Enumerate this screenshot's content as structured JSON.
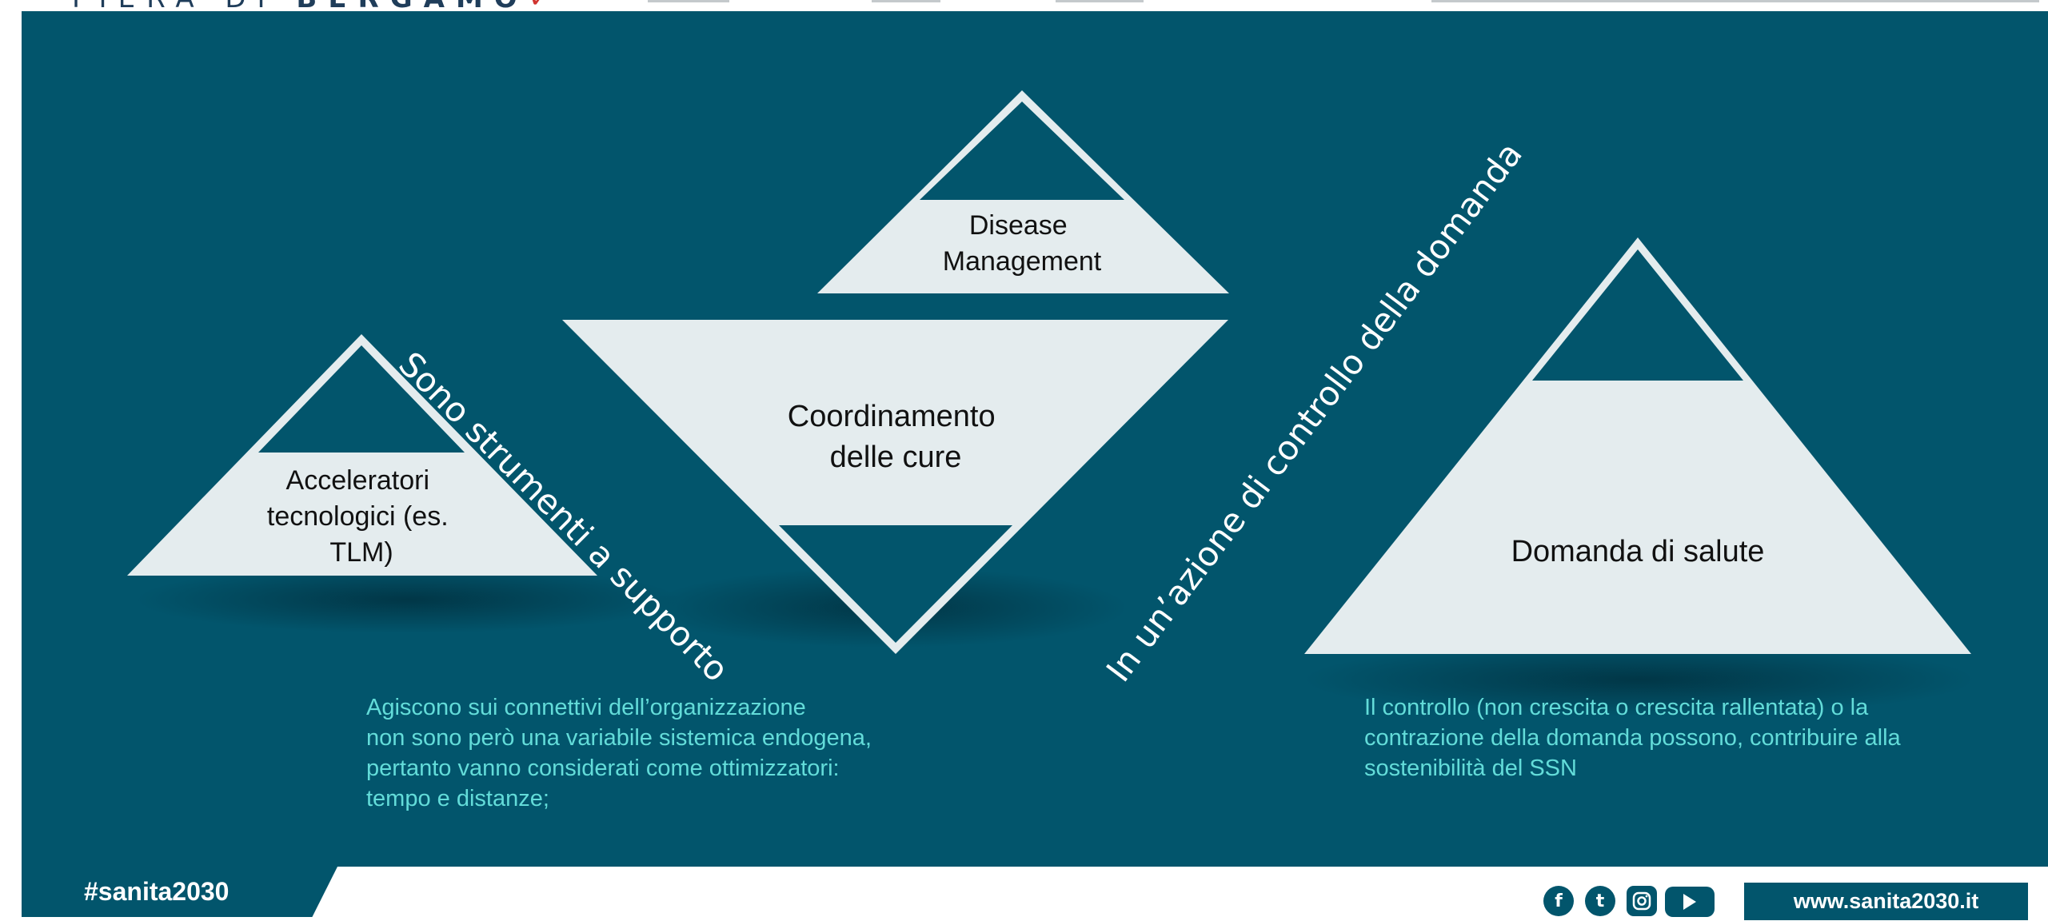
{
  "header": {
    "logo_light": "FIERA DI",
    "logo_bold": "BERGAMO",
    "logo_mark": "✓"
  },
  "diagram": {
    "left_pyramid": {
      "label_lines": [
        "Acceleratori",
        "tecnologici (es.",
        "TLM)"
      ]
    },
    "top_pyramid": {
      "label_lines": [
        "Disease",
        "Management"
      ]
    },
    "inverted_pyramid": {
      "label_lines": [
        "Coordinamento",
        "delle cure"
      ]
    },
    "right_pyramid": {
      "label_lines": [
        "Domanda di salute"
      ]
    },
    "arrow_text_left": "Sono strumenti a supporto",
    "arrow_text_right": "In un’azione di controllo della domanda",
    "caption_left": [
      "Agiscono sui connettivi dell’organizzazione",
      "non sono però una variabile sistemica endogena,",
      "pertanto vanno considerati come ottimizzatori:",
      "tempo e distanze;"
    ],
    "caption_right": [
      "Il controllo (non crescita o crescita rallentata) o la",
      "contrazione della domanda possono, contribuire alla",
      "sostenibilità del SSN"
    ]
  },
  "footer": {
    "hashtag": "#sanita2030",
    "social_icons": [
      "facebook-icon",
      "twitter-icon",
      "instagram-icon",
      "youtube-icon"
    ],
    "website": "www.sanita2030.it"
  },
  "colors": {
    "slide_background": "#02556c",
    "shape_fill": "#e4ecee",
    "caption_text": "#63dcd9"
  }
}
